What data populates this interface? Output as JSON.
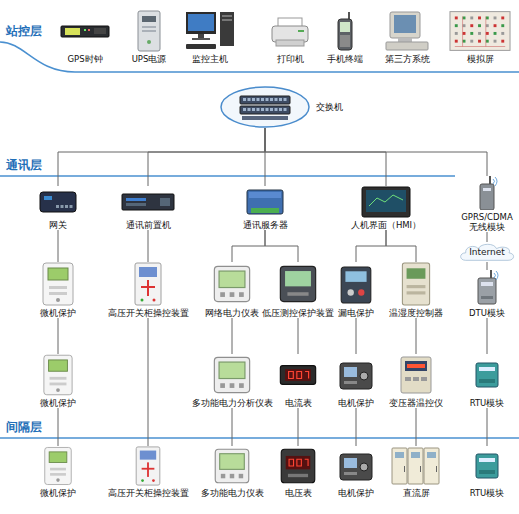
{
  "diagram": {
    "nodes": [
      {
        "text": [
          "GPS时钟"
        ]
      },
      {
        "text": [
          "UPS电源"
        ]
      },
      {
        "text": [
          "监控主机"
        ]
      },
      {
        "text": [
          "打印机"
        ]
      },
      {
        "text": [
          "手机终端"
        ]
      },
      {
        "text": [
          "第三方系统"
        ]
      },
      {
        "text": [
          "模拟屏"
        ]
      },
      {
        "text": [
          "交换机"
        ]
      },
      {
        "text": [
          "网关"
        ]
      },
      {
        "text": [
          "通讯前置机"
        ]
      },
      {
        "text": [
          "通讯服务器"
        ]
      },
      {
        "text": [
          "人机界面（HMI）"
        ]
      },
      {
        "text": [
          "GPRS/CDMA 无线模块"
        ]
      },
      {
        "text": [
          "Internet"
        ]
      },
      {
        "text": [
          "微机保护"
        ]
      },
      {
        "text": [
          "高压开关柜操控装置"
        ]
      },
      {
        "text": [
          "网络电力仪表"
        ]
      },
      {
        "text": [
          "低压测控保护装置"
        ]
      },
      {
        "text": [
          "漏电保护"
        ]
      },
      {
        "text": [
          "温湿度控制器"
        ]
      },
      {
        "text": [
          "DTU模块"
        ]
      },
      {
        "text": [
          "微机保护"
        ]
      },
      {
        "text": [
          "多功能电力分析仪表"
        ]
      },
      {
        "text": [
          "电流表"
        ]
      },
      {
        "text": [
          "电机保护"
        ]
      },
      {
        "text": [
          "变压器温控仪"
        ]
      },
      {
        "text": [
          "RTU模块"
        ]
      },
      {
        "text": [
          "微机保护"
        ]
      },
      {
        "text": [
          "高压开关柜操控装置"
        ]
      },
      {
        "text": [
          "多功能电力仪表"
        ]
      },
      {
        "text": [
          "电压表"
        ]
      },
      {
        "text": [
          "电机保护"
        ]
      },
      {
        "text": [
          "直流屏"
        ]
      },
      {
        "text": [
          "RTU模块"
        ]
      }
    ],
    "edges": [
      {
        "from": 7,
        "to": 8,
        "arrow": "none"
      },
      {
        "from": 7,
        "to": 9,
        "arrow": "none"
      },
      {
        "from": 7,
        "to": 10,
        "arrow": "none"
      },
      {
        "from": 7,
        "to": 11,
        "arrow": "none"
      },
      {
        "from": 7,
        "to": 12,
        "arrow": "none"
      },
      {
        "from": 8,
        "to": 14,
        "arrow": "none"
      },
      {
        "from": 14,
        "to": 21,
        "arrow": "none"
      },
      {
        "from": 21,
        "to": 27,
        "arrow": "none"
      },
      {
        "from": 9,
        "to": 15,
        "arrow": "none"
      },
      {
        "from": 15,
        "to": 28,
        "arrow": "none"
      },
      {
        "from": 10,
        "to": 16,
        "arrow": "none"
      },
      {
        "from": 10,
        "to": 17,
        "arrow": "none"
      },
      {
        "from": 16,
        "to": 22,
        "arrow": "none"
      },
      {
        "from": 17,
        "to": 23,
        "arrow": "none"
      },
      {
        "from": 22,
        "to": 29,
        "arrow": "none"
      },
      {
        "from": 23,
        "to": 30,
        "arrow": "none"
      },
      {
        "from": 11,
        "to": 18,
        "arrow": "none"
      },
      {
        "from": 11,
        "to": 19,
        "arrow": "none"
      },
      {
        "from": 18,
        "to": 24,
        "arrow": "none"
      },
      {
        "from": 19,
        "to": 25,
        "arrow": "none"
      },
      {
        "from": 24,
        "to": 31,
        "arrow": "none"
      },
      {
        "from": 25,
        "to": 32,
        "arrow": "none"
      },
      {
        "from": 12,
        "to": 13,
        "arrow": "none"
      },
      {
        "from": 13,
        "to": 20,
        "arrow": "none"
      },
      {
        "from": 20,
        "to": 26,
        "arrow": "none"
      },
      {
        "from": 26,
        "to": 33,
        "arrow": "none"
      }
    ],
    "labels": [
      "站控层",
      "通讯层",
      "间隔层"
    ]
  }
}
